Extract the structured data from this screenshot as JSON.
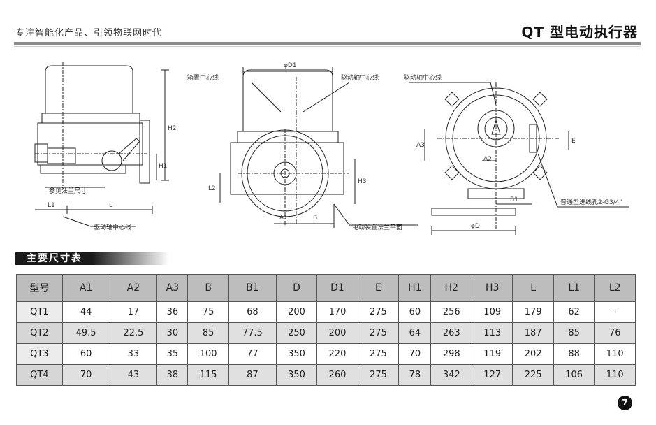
{
  "header": {
    "slogan": "专注智能化产品、引领物联网时代",
    "title": "QT 型电动执行器"
  },
  "labels": {
    "box_center": "箱置中心线",
    "drive_center": "驱动轴中心线",
    "drive_center_right": "驱动轴中心线",
    "drive_center_bottom": "驱动轴中心线",
    "flange_ref": "参见法兰尺寸",
    "device_flange": "电动装置法兰平面",
    "inlet": "普通型进线孔2-G3/4\"",
    "phi_d1": "φD1",
    "phi_d": "φD",
    "H": "H2",
    "H1": "H1",
    "H3": "H3",
    "L2": "L2",
    "L1": "L1",
    "L": "L",
    "A1": "A1",
    "A2": "A2",
    "A3": "A3",
    "B": "B",
    "B1": "B1",
    "E": "E"
  },
  "section_title": "主要尺寸表",
  "table": {
    "headers": [
      "型号",
      "A1",
      "A2",
      "A3",
      "B",
      "B1",
      "D",
      "D1",
      "E",
      "H1",
      "H2",
      "H3",
      "L",
      "L1",
      "L2"
    ],
    "rows": [
      [
        "QT1",
        "44",
        "17",
        "36",
        "75",
        "68",
        "200",
        "170",
        "275",
        "60",
        "256",
        "109",
        "179",
        "62",
        "-"
      ],
      [
        "QT2",
        "49.5",
        "22.5",
        "30",
        "85",
        "77.5",
        "250",
        "200",
        "275",
        "64",
        "263",
        "113",
        "187",
        "85",
        "76"
      ],
      [
        "QT3",
        "60",
        "33",
        "35",
        "100",
        "77",
        "350",
        "220",
        "275",
        "70",
        "298",
        "119",
        "202",
        "88",
        "110"
      ],
      [
        "QT4",
        "70",
        "43",
        "38",
        "115",
        "87",
        "350",
        "260",
        "275",
        "78",
        "342",
        "127",
        "225",
        "106",
        "110"
      ]
    ]
  },
  "page_number": "7"
}
